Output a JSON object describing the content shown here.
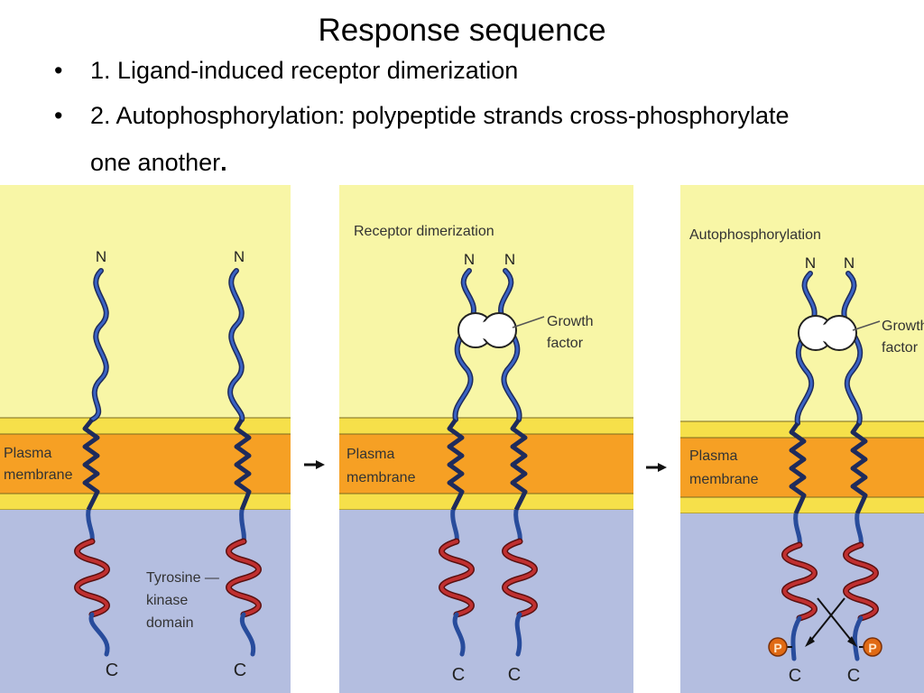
{
  "slide": {
    "title": "Response sequence",
    "bullets": [
      {
        "marker": "•",
        "text": "1. Ligand-induced receptor dimerization",
        "tail": ""
      },
      {
        "marker": "•",
        "text": "2. Autophosphorylation: polypeptide strands cross-phosphorylate one another",
        "tail": "."
      }
    ]
  },
  "figure": {
    "panel1": {
      "n1": "N",
      "n2": "N",
      "c1": "C",
      "c2": "C",
      "membrane_line1": "Plasma",
      "membrane_line2": "membrane",
      "kinase_line1": "Tyrosine —",
      "kinase_line2": "kinase",
      "kinase_line3": "domain"
    },
    "panel2": {
      "title": "Receptor dimerization",
      "n1": "N",
      "n2": "N",
      "c1": "C",
      "c2": "C",
      "membrane_line1": "Plasma",
      "membrane_line2": "membrane",
      "gf_line1": "Growth",
      "gf_line2": "factor"
    },
    "panel3": {
      "title": "Autophosphorylation",
      "n1": "N",
      "n2": "N",
      "c1": "C",
      "c2": "C",
      "membrane_line1": "Plasma",
      "membrane_line2": "membrane",
      "gf_line1": "Growth",
      "gf_line2": "factor",
      "phospho_label": "P"
    },
    "colors": {
      "extracellular": "#f8f6a6",
      "membrane_edge": "#f6e04a",
      "membrane_core": "#f6a024",
      "cytoplasm": "#b4bee0",
      "receptor": "#284c9c",
      "kinase": "#b02828",
      "phosphate": "#e06a14"
    }
  }
}
